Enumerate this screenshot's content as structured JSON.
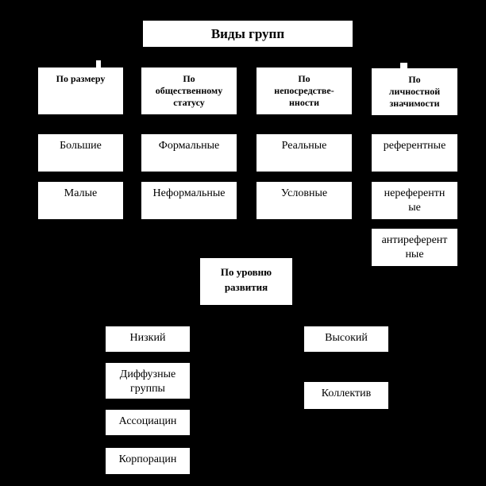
{
  "colors": {
    "background": "#000000",
    "box_fill": "#ffffff",
    "box_text": "#000000"
  },
  "diagram": {
    "title": "Виды групп",
    "categories": [
      {
        "header": "По размеру",
        "items": [
          "Большие",
          "Малые"
        ]
      },
      {
        "header": "По\nобщественному\nстатусу",
        "items": [
          "Формальные",
          "Неформальные"
        ]
      },
      {
        "header": "По\nнепосредстве-\nнности",
        "items": [
          "Реальные",
          "Условные"
        ]
      },
      {
        "header": "По\nличностной\nзначимости",
        "items": [
          "референтные",
          "нереферентн\nые",
          "антиреферент\nные"
        ]
      }
    ],
    "development": {
      "header": "По уровню\nразвития",
      "low_branch": [
        "Низкий",
        "Диффузные\nгруппы",
        "Ассоциацин",
        "Корпорацин"
      ],
      "high_branch": [
        "Высокий",
        "Коллектив"
      ]
    }
  }
}
